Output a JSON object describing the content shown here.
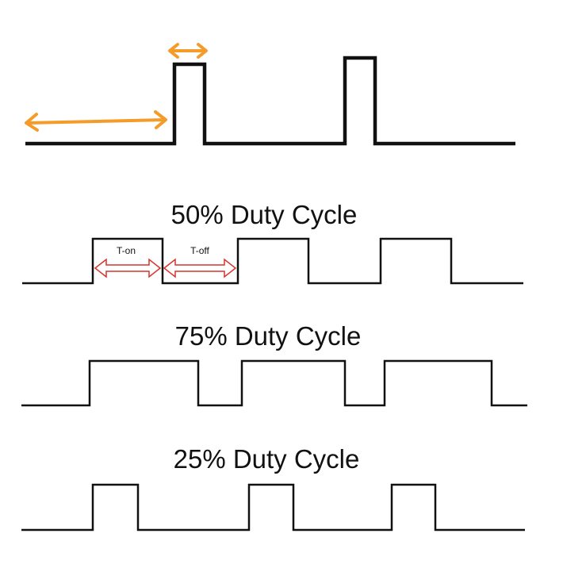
{
  "diagram": {
    "pulse_wave": {
      "off_interval_arrow": "orange-double-arrow",
      "on_interval_arrow": "orange-double-arrow"
    },
    "sections": [
      {
        "id": "duty50",
        "title": "50% Duty Cycle",
        "duty_cycle_percent": 50,
        "ton_label": "T-on",
        "toff_label": "T-off"
      },
      {
        "id": "duty75",
        "title": "75% Duty Cycle",
        "duty_cycle_percent": 75
      },
      {
        "id": "duty25",
        "title": "25% Duty Cycle",
        "duty_cycle_percent": 25
      }
    ],
    "colors": {
      "waveform": "#111111",
      "orange_arrow": "#F39C2A",
      "red_arrow": "#D9342B",
      "background": "#ffffff"
    }
  }
}
